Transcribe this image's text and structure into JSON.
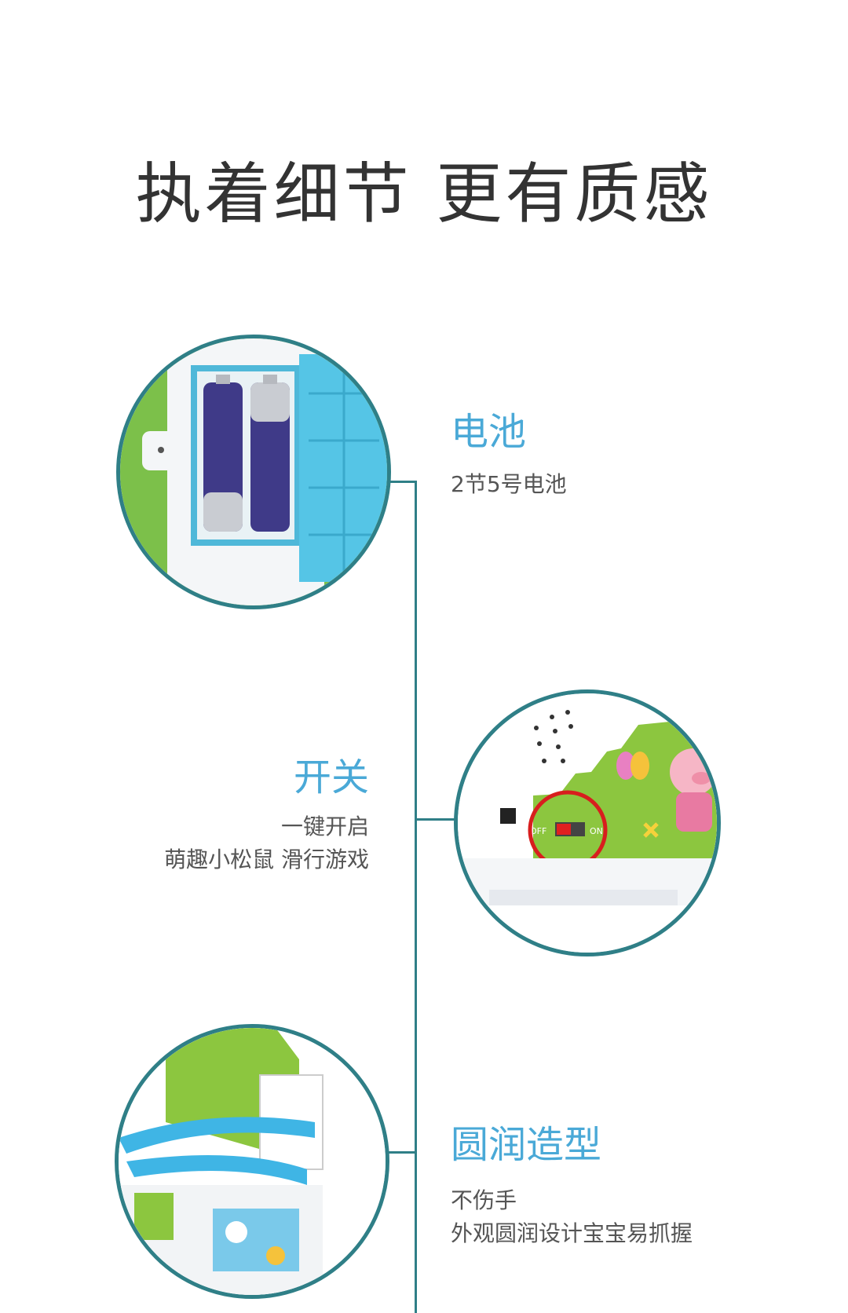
{
  "headline": "执着细节 更有质感",
  "features": [
    {
      "title": "电池",
      "desc": [
        "2节5号电池"
      ]
    },
    {
      "title": "开关",
      "desc": [
        "一键开启",
        "萌趣小松鼠 滑行游戏"
      ]
    },
    {
      "title": "圆润造型",
      "desc": [
        "不伤手",
        "外观圆润设计宝宝易抓握"
      ]
    }
  ],
  "switch_labels": {
    "off": "OFF",
    "on": "ON"
  },
  "colors": {
    "accent": "#4aa9d7",
    "line": "#2f7f87",
    "text": "#333333",
    "highlight_ring": "#e02020"
  }
}
